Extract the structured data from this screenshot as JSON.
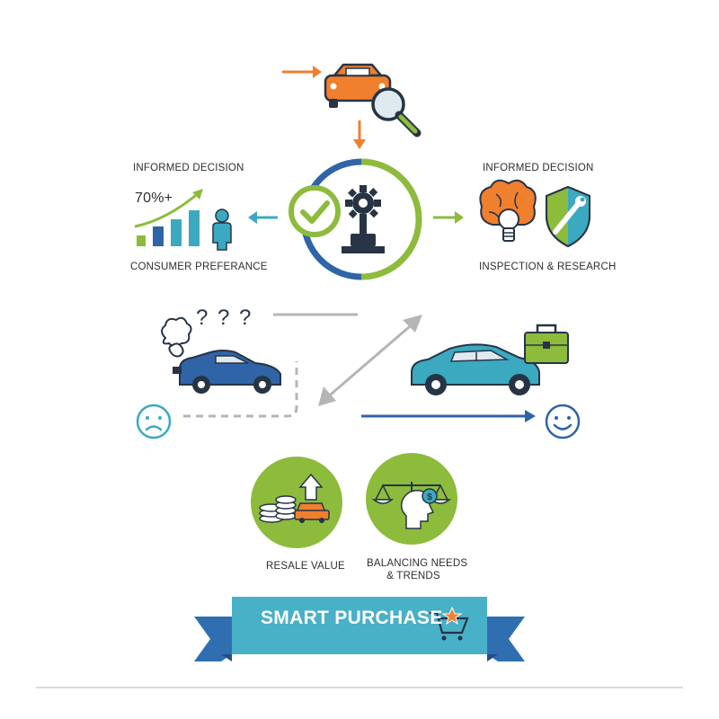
{
  "left": {
    "title": "INFORMED DECISION",
    "stat": "70%+",
    "caption": "CONSUMER PREFERANCE"
  },
  "right": {
    "title": "INFORMED DECISION",
    "caption": "INSPECTION & RESEARCH"
  },
  "confused": {
    "marks": "? ? ?"
  },
  "bottom": {
    "resale_label": "RESALE VALUE",
    "balance_label_line1": "BALANCING NEEDS",
    "balance_label_line2": "& TRENDS"
  },
  "banner": {
    "text": "SMART PURCHASE"
  },
  "colors": {
    "orange": "#f07f2e",
    "green": "#8dbb3c",
    "blue": "#2f64a6",
    "teal": "#3ba9c0",
    "dark": "#263446",
    "ribbon_dark": "#2f6fb0",
    "ribbon_light": "#48b0c7"
  },
  "icons": [
    "car-search-icon",
    "checkmark-icon",
    "gear-lever-icon",
    "bar-chart-icon",
    "person-icon",
    "brain-bulb-icon",
    "shield-wrench-icon",
    "question-marks-icon",
    "smoke-icon",
    "sad-face-icon",
    "happy-face-icon",
    "briefcase-icon",
    "coins-icon",
    "scale-icon",
    "cart-icon"
  ]
}
